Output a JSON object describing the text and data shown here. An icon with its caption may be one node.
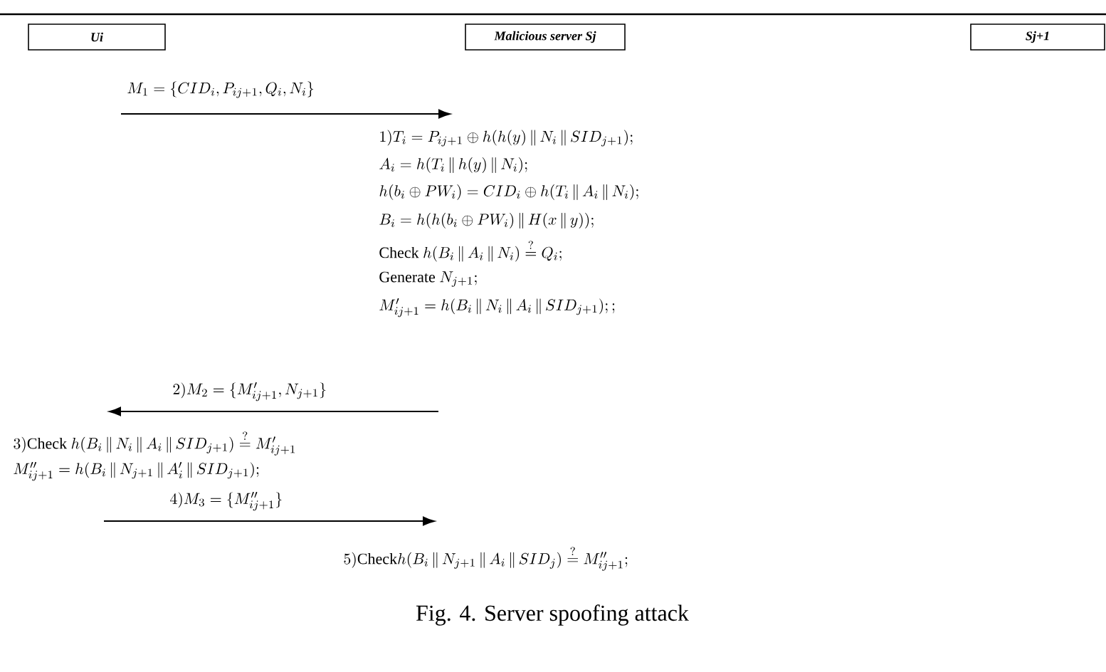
{
  "diagram": {
    "caption": "Fig. 4. Server spoofing attack",
    "nodes": [
      {
        "text": [
          "Ui"
        ]
      },
      {
        "text": [
          "Malicious server Sj"
        ]
      },
      {
        "text": [
          "Sj+1"
        ]
      }
    ],
    "labels": [
      "M_1 = \\{CID_i, P_{ij+1}, Q_i, N_i\\}",
      "1)T_i = P_{ij+1} \\oplus h(h(y) \\,\\|\\, N_i \\,\\|\\, SID_{j+1});",
      "A_i = h(T_i \\,\\|\\, h(y) \\,\\|\\, N_i);",
      "h(b_i \\oplus PW_i) = CID_i \\oplus h(T_i \\,\\|\\, A_i \\,\\|\\, N_i);",
      "B_i = h(h(b_i \\oplus PW_i) \\,\\|\\, H(x \\,\\|\\, y));",
      "\\text{Check } h(B_i \\,\\|\\, A_i \\,\\|\\, N_i) \\overset{?}{=} Q_i;",
      "\\text{Generate } N_{j+1};",
      "M'_{ij+1} = h(B_i \\,\\|\\, N_i \\,\\|\\, A_i \\,\\|\\, SID_{j+1});;",
      "2)M_2 = \\{M'_{ij+1}, N_{j+1}\\}",
      "3)\\text{Check } h(B_i \\,\\|\\, N_i \\,\\|\\, A_i \\,\\|\\, SID_{j+1}) \\overset{?}{=} M'_{ij+1}",
      "M''_{ij+1} = h(B_i \\,\\|\\, N_{j+1} \\,\\|\\, A'_i \\,\\|\\, SID_{j+1});",
      "4)M_3 = \\{M''_{ij+1}\\}",
      "5)\\text{Check}h(B_i \\,\\|\\, N_{j+1} \\,\\|\\, A_i \\,\\|\\, SID_j) \\overset{?}{=} M''_{ij+1};"
    ]
  }
}
